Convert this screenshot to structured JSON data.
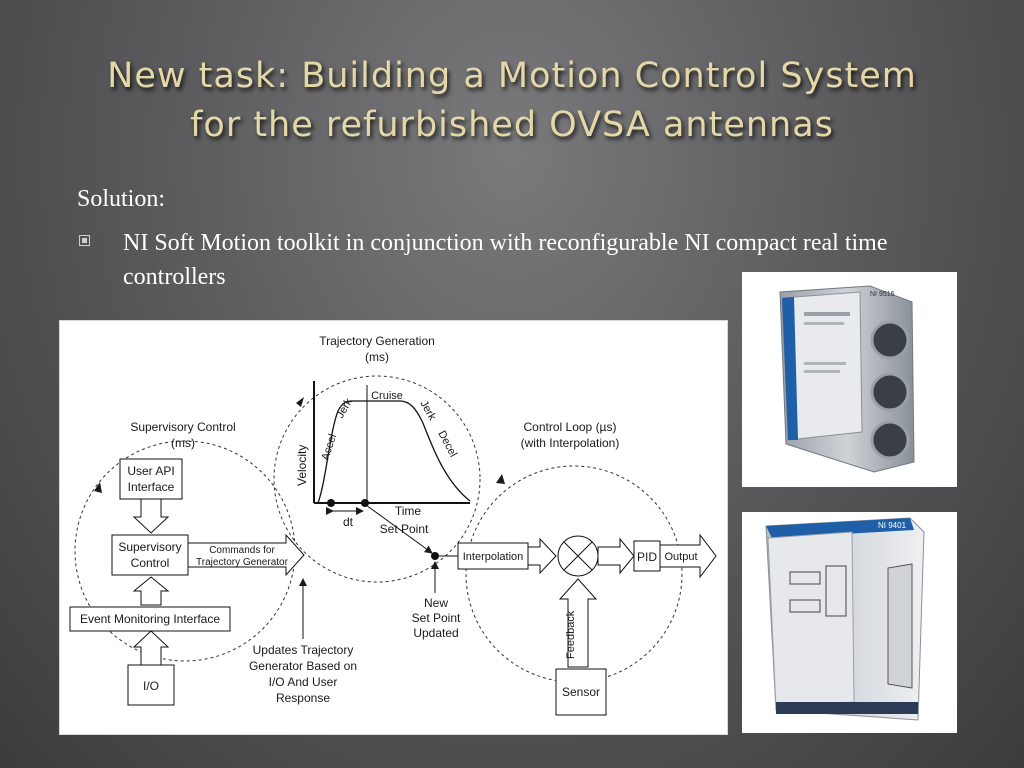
{
  "slide": {
    "title_line1": "New task: Building a Motion Control System",
    "title_line2": "for the refurbished OVSA antennas",
    "solution_label": "Solution:",
    "bullet_text": "NI Soft Motion toolkit in conjunction with reconfigurable NI compact real time controllers"
  },
  "diagram": {
    "trajectory_title_1": "Trajectory Generation",
    "trajectory_title_2": "(ms)",
    "supervisory_title_1": "Supervisory Control",
    "supervisory_title_2": "(ms)",
    "control_loop_title_1": "Control Loop (µs)",
    "control_loop_title_2": "(with Interpolation)",
    "velocity": "Velocity",
    "time": "Time",
    "accel": "Accel",
    "jerk_up": "Jerk",
    "cruise": "Cruise",
    "jerk_down": "Jerk",
    "decel": "Decel",
    "dt": "dt",
    "set_point": "Set Point",
    "user_api_1": "User API",
    "user_api_2": "Interface",
    "supervisory_box_1": "Supervisory",
    "supervisory_box_2": "Control",
    "commands_1": "Commands for",
    "commands_2": "Trajectory Generator",
    "event_monitoring": "Event Monitoring Interface",
    "io": "I/O",
    "updates_1": "Updates Trajectory",
    "updates_2": "Generator Based on",
    "updates_3": "I/O And User",
    "updates_4": "Response",
    "new_set_point_1": "New",
    "new_set_point_2": "Set Point",
    "new_set_point_3": "Updated",
    "interpolation": "Interpolation",
    "pid": "PID",
    "output": "Output",
    "feedback": "Feedback",
    "sensor": "Sensor"
  },
  "photos": {
    "top_module_label": "NI 9516",
    "bottom_module_label": "NI 9401"
  },
  "colors": {
    "title_gold": "#e4d7a8",
    "module_blue": "#1f5fa8"
  }
}
